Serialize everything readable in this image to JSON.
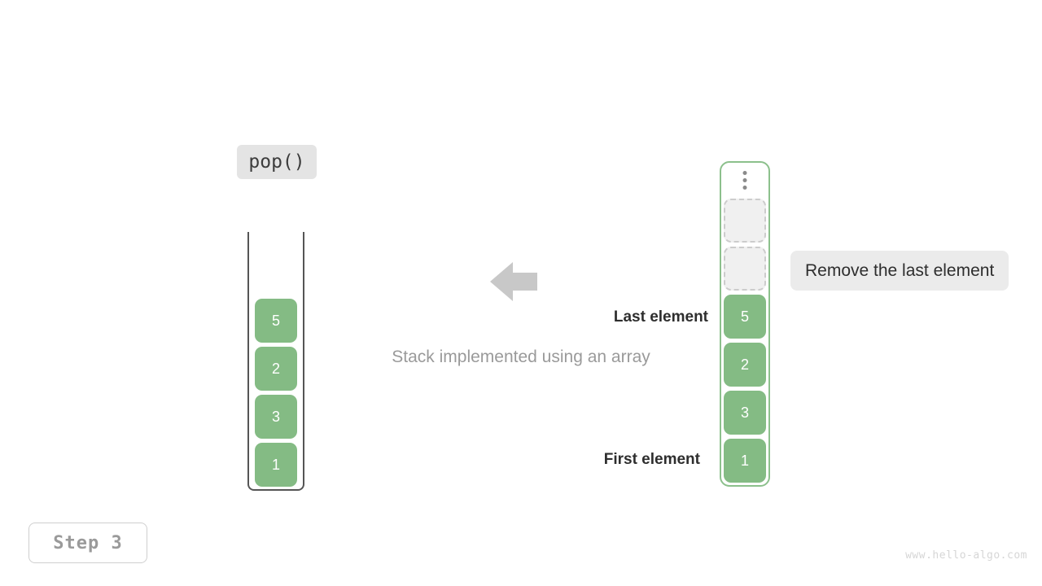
{
  "operation": {
    "label": "pop()"
  },
  "stack": {
    "title": "Stack implemented using an array",
    "container_name": "stack-container",
    "items": [
      {
        "value": "1"
      },
      {
        "value": "3"
      },
      {
        "value": "2"
      },
      {
        "value": "5"
      }
    ]
  },
  "array": {
    "ellipsis_icon": "vertical-ellipsis-icon",
    "empty_slots": 2,
    "items": [
      {
        "value": "1"
      },
      {
        "value": "3"
      },
      {
        "value": "2"
      },
      {
        "value": "5"
      }
    ]
  },
  "labels": {
    "last_element": "Last element",
    "first_element": "First element"
  },
  "annotation": {
    "text": "Remove the last element"
  },
  "arrow": {
    "icon": "arrow-left-icon",
    "direction": "left"
  },
  "step": {
    "label": "Step 3"
  },
  "watermark": {
    "text": "www.hello-algo.com"
  },
  "colors": {
    "element_fill": "#84bb84",
    "element_text": "#ffffff",
    "empty_slot_fill": "#f0f0f0",
    "empty_slot_border": "#cccccc",
    "array_border": "#8cc08c",
    "stack_border": "#555555",
    "badge_bg": "#e4e4e4",
    "annotation_bg": "#ebebeb",
    "arrow_fill": "#c8c8c8",
    "caption_text": "#9a9a9a",
    "label_text": "#2e2e2e",
    "step_text": "#9a9a9a",
    "watermark_text": "#d6d6d6"
  }
}
